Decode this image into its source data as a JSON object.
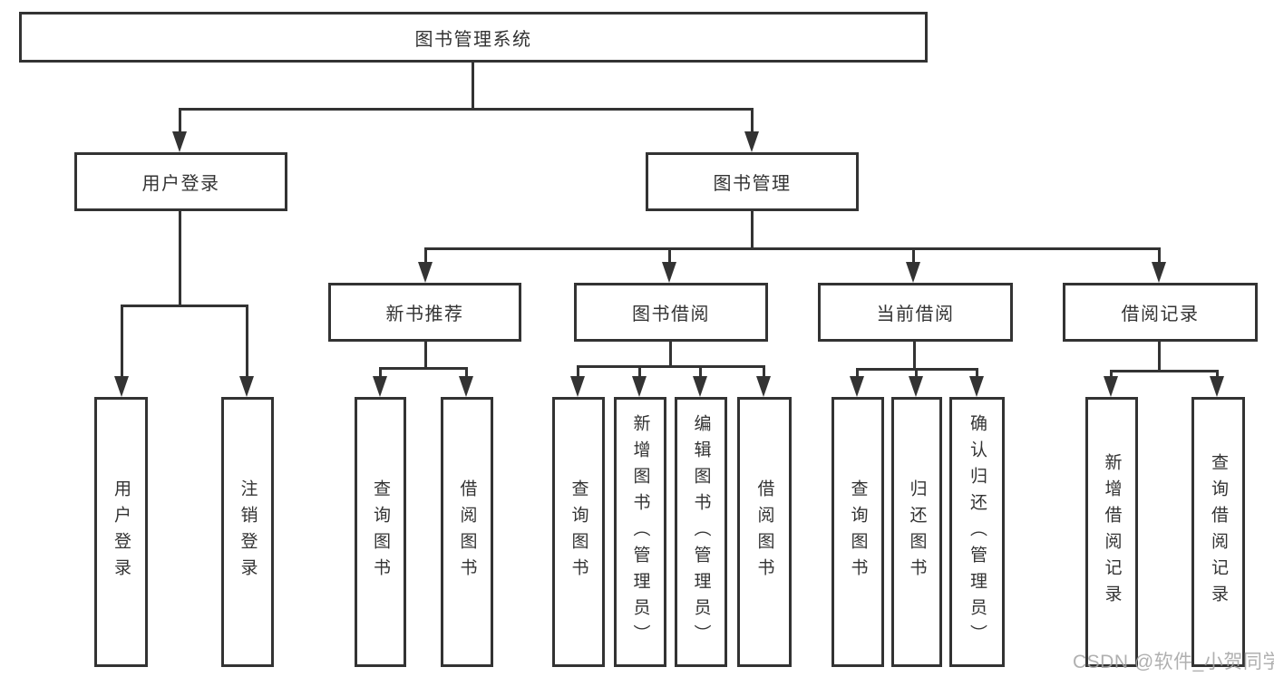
{
  "diagram": {
    "root": "图书管理系统",
    "user_login": {
      "label": "用户登录",
      "children": [
        "用户登录",
        "注销登录"
      ]
    },
    "book_mgmt": {
      "label": "图书管理",
      "sections": [
        {
          "label": "新书推荐",
          "children": [
            "查询图书",
            "借阅图书"
          ]
        },
        {
          "label": "图书借阅",
          "children": [
            "查询图书",
            "新增图书（管理员）",
            "编辑图书（管理员）",
            "借阅图书"
          ]
        },
        {
          "label": "当前借阅",
          "children": [
            "查询图书",
            "归还图书",
            "确认归还（管理员）"
          ]
        },
        {
          "label": "借阅记录",
          "children": [
            "新增借阅记录",
            "查询借阅记录"
          ]
        }
      ]
    },
    "colors": {
      "line": "#333333",
      "text": "#333333",
      "background": "#ffffff",
      "watermark": "#a5a5a5"
    }
  },
  "watermark": "CSDN @软件_小贺同学"
}
